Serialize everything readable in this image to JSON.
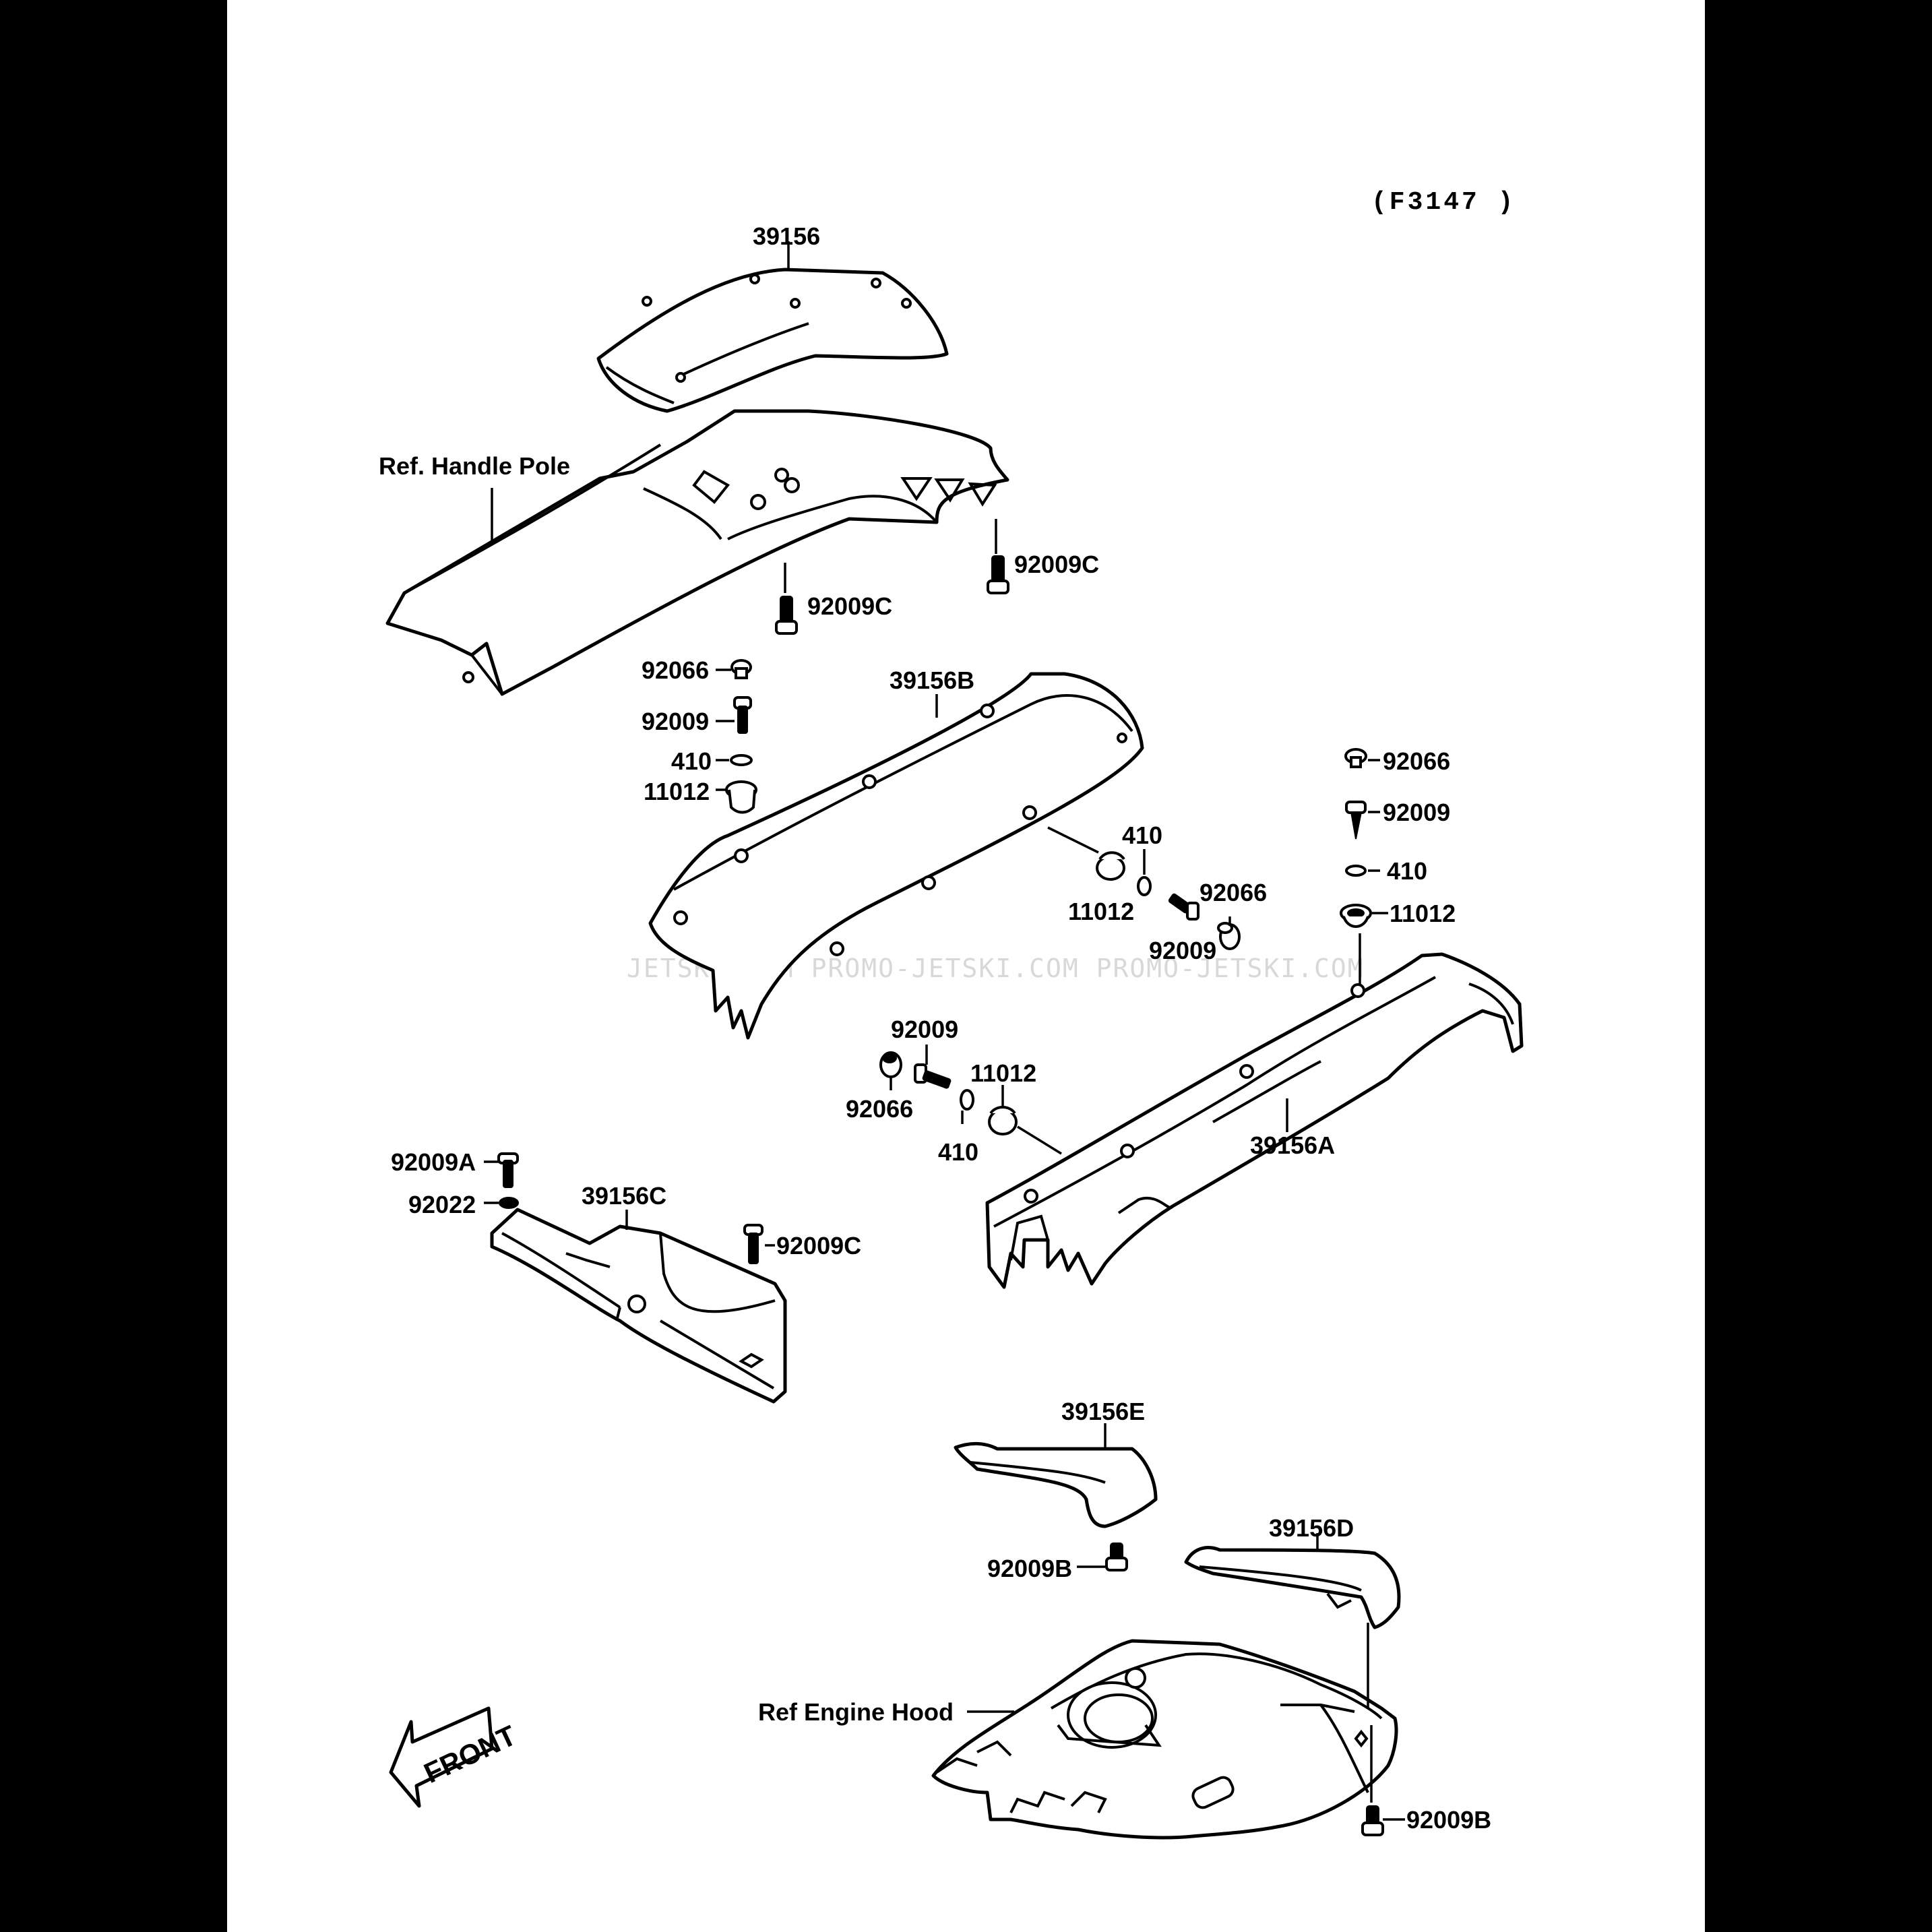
{
  "diagram_code": "(F3147 )",
  "watermark": "JETSKI.COM  PROMO-JETSKI.COM  PROMO-JETSKI.COM",
  "front_label": "FRONT",
  "callouts": {
    "cover_top": "39156",
    "ref_handle_pole": "Ref. Handle Pole",
    "screw_92009c_right": "92009C",
    "screw_92009c_mid": "92009C",
    "cap_left": "92066",
    "screw_left": "92009",
    "washer_left": "410",
    "grommet_left": "11012",
    "cover_b": "39156B",
    "washer_mid": "410",
    "grommet_mid": "11012",
    "cap_mid": "92066",
    "screw_mid": "92009",
    "cap_right": "92066",
    "screw_right": "92009",
    "washer_right": "410",
    "grommet_right": "11012",
    "screw_lower": "92009",
    "cap_lower": "92066",
    "grommet_lower": "11012",
    "washer_lower": "410",
    "cover_a": "39156A",
    "screw_92009a": "92009A",
    "washer_92022": "92022",
    "cover_c": "39156C",
    "screw_92009c_lower": "92009C",
    "cover_e": "39156E",
    "screw_92009b_left": "92009B",
    "cover_d": "39156D",
    "ref_engine_hood": "Ref Engine Hood",
    "screw_92009b_right": "92009B"
  }
}
